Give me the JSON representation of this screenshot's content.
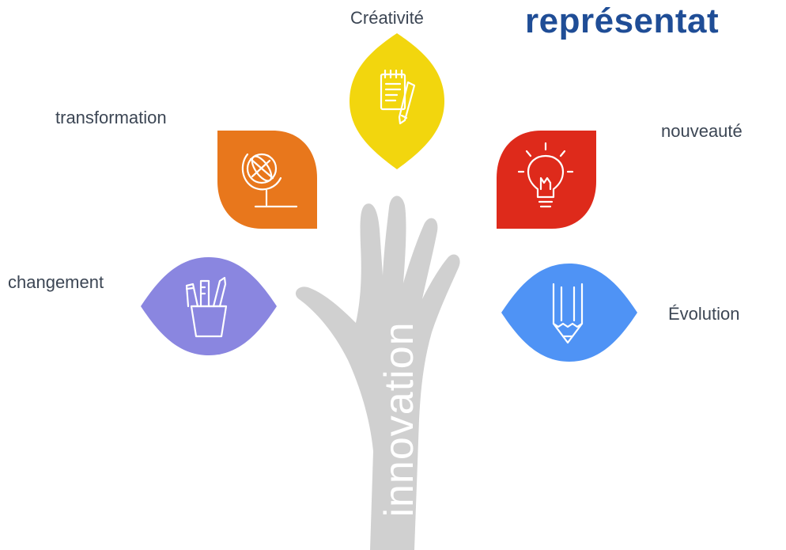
{
  "title": "représentat",
  "hand_label": "innovation",
  "labels": {
    "creativite": "Créativité",
    "transformation": "transformation",
    "nouveaute": "nouveauté",
    "changement": "changement",
    "evolution": "Évolution"
  },
  "colors": {
    "title": "#1f4d96",
    "creativite_leaf": "#f2d60e",
    "transformation_leaf": "#e8771c",
    "nouveaute_leaf": "#de2a1b",
    "changement_leaf": "#8a86e0",
    "evolution_leaf": "#4f93f5",
    "hand": "#d0d0d0"
  },
  "icons": {
    "creativite": "notepad-pencil-icon",
    "transformation": "globe-icon",
    "nouveaute": "lightbulb-icon",
    "changement": "pencil-cup-icon",
    "evolution": "pencil-icon"
  }
}
